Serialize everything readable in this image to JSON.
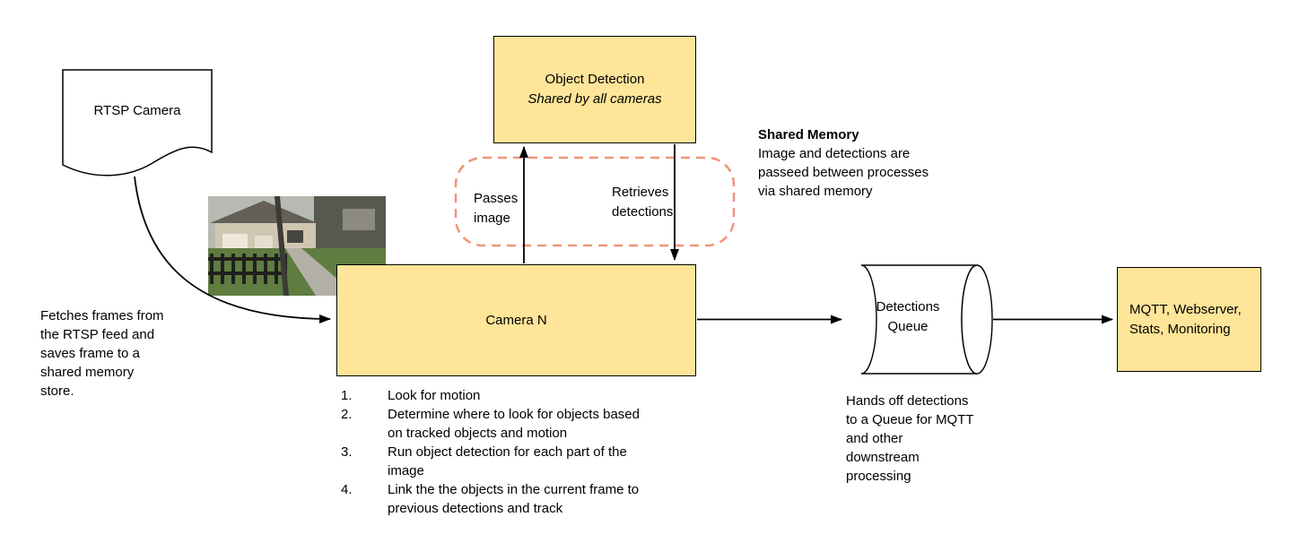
{
  "nodes": {
    "rtsp_camera": {
      "label": "RTSP Camera"
    },
    "object_detection": {
      "title": "Object Detection",
      "subtitle": "Shared by all cameras"
    },
    "camera_n": {
      "label": "Camera N"
    },
    "detections_queue": {
      "label": "Detections Queue"
    },
    "outputs": {
      "label": "MQTT, Webserver, Stats, Monitoring"
    }
  },
  "labels": {
    "passes_image": "Passes image",
    "retrieves_detections": "Retrieves detections",
    "shared_memory_title": "Shared Memory",
    "shared_memory_body": "Image and detections are passeed between processes via shared memory",
    "fetches_note": "Fetches frames from the RTSP feed and saves frame to a shared memory store.",
    "hands_off_note": "Hands off detections to a Queue for MQTT and other downstream processing"
  },
  "camera_steps": [
    {
      "num": "1.",
      "text": "Look for motion"
    },
    {
      "num": "2.",
      "text": "Determine where to look for objects based on tracked objects and motion"
    },
    {
      "num": "3.",
      "text": "Run object detection for each part of the image"
    },
    {
      "num": "4.",
      "text": "Link the the objects in the current frame to previous detections and track"
    }
  ],
  "colors": {
    "node_fill": "#ffe599",
    "node_border": "#000000",
    "shared_memory_dash": "#ef947c",
    "arrow": "#000000"
  }
}
